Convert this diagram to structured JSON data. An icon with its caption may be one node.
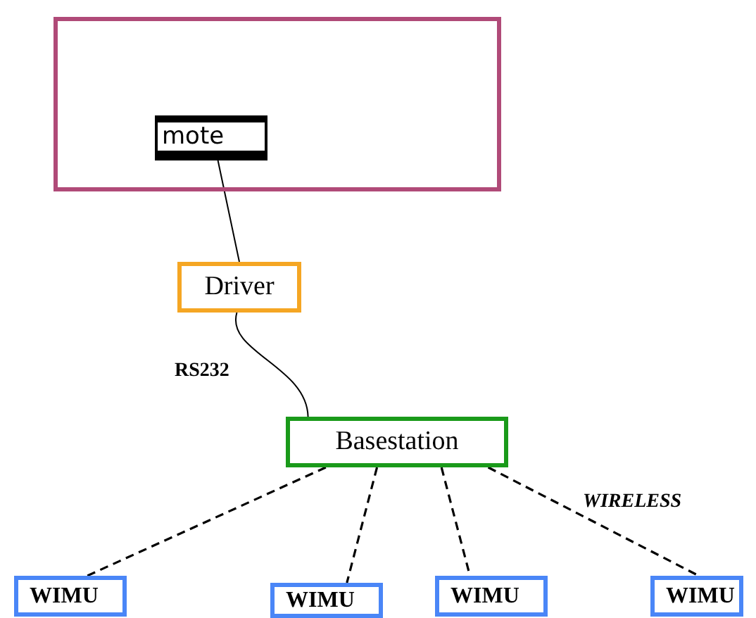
{
  "diagram": {
    "nodes": [
      {
        "text": [],
        "shape": "box"
      },
      {
        "text": [
          "mote"
        ],
        "in": 0
      },
      {
        "text": [
          "Driver"
        ]
      },
      {
        "text": [
          "Basestation"
        ]
      },
      {
        "text": [
          "WIMU"
        ]
      },
      {
        "text": [
          "WIMU"
        ]
      },
      {
        "text": [
          "WIMU"
        ]
      },
      {
        "text": [
          "WIMU"
        ]
      }
    ],
    "edges": [
      {
        "from": 1,
        "to": 2,
        "arrow": "none"
      },
      {
        "from": 2,
        "to": 3,
        "arrow": "none",
        "label": "RS232"
      },
      {
        "from": 3,
        "to": 4,
        "arrow": "none",
        "style": "dashed"
      },
      {
        "from": 3,
        "to": 5,
        "arrow": "none",
        "style": "dashed"
      },
      {
        "from": 3,
        "to": 6,
        "arrow": "none",
        "style": "dashed"
      },
      {
        "from": 3,
        "to": 7,
        "arrow": "none",
        "style": "dashed"
      }
    ],
    "labels": [
      "WIRELESS"
    ]
  }
}
